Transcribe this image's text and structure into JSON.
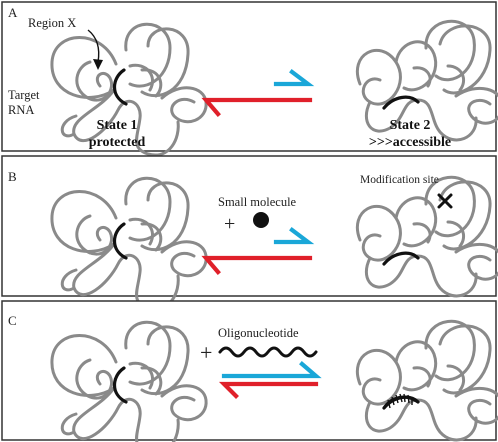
{
  "panels": [
    {
      "letter": "A",
      "labels": {
        "region": "Region X",
        "target_line1": "Target",
        "target_line2": "RNA",
        "state1_line1": "State 1",
        "state1_line2": "protected",
        "state2_line1": "State 2",
        "state2_line2": ">>>accessible"
      }
    },
    {
      "letter": "B",
      "labels": {
        "plus": "+",
        "ligand": "Small molecule",
        "site": "Modification site"
      }
    },
    {
      "letter": "C",
      "labels": {
        "plus": "+",
        "ligand": "Oligonucleotide"
      }
    }
  ],
  "colors": {
    "forward_arrow": "#e0202a",
    "reverse_arrow": "#1aa7d8",
    "rna_strand": "#8a8a8a",
    "region_x": "#111111",
    "border": "#333333"
  }
}
